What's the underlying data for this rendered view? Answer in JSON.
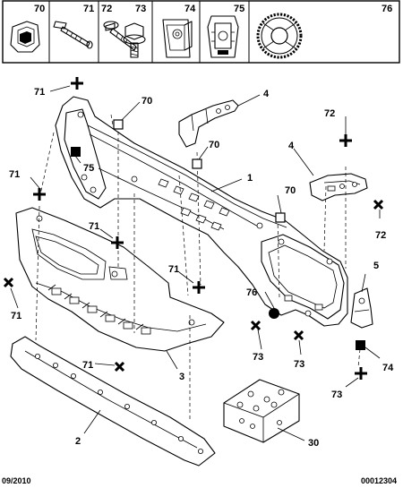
{
  "header_parts": [
    "70",
    "71",
    "72",
    "73",
    "74",
    "75",
    "76"
  ],
  "callouts": {
    "c1": "1",
    "c2": "2",
    "c3": "3",
    "c4a": "4",
    "c4b": "4",
    "c5": "5",
    "c30": "30",
    "c70a": "70",
    "c70b": "70",
    "c70c": "70",
    "c71a": "71",
    "c71b": "71",
    "c71c": "71",
    "c71d": "71",
    "c71e": "71",
    "c71f": "71",
    "c72a": "72",
    "c72b": "72",
    "c73a": "73",
    "c73b": "73",
    "c73c": "73",
    "c74": "74",
    "c75": "75",
    "c76": "76"
  },
  "footer": {
    "date": "09/2010",
    "ref": "00012304"
  }
}
